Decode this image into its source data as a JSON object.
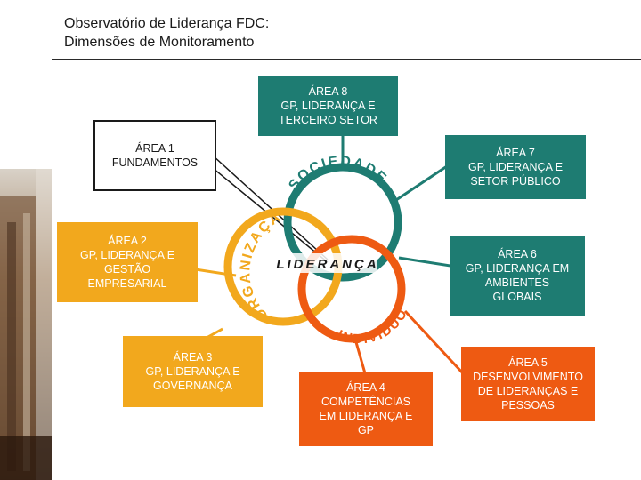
{
  "slide": {
    "title_line1": "Observatório de Liderança FDC:",
    "title_line2": "Dimensões de Monitoramento"
  },
  "center": {
    "label": "LIDERANÇA",
    "rings": [
      "SOCIEDADE",
      "ORGANIZAÇÃO",
      "INDIVÍDUO"
    ]
  },
  "areas": [
    {
      "id": "area1",
      "text": "ÁREA 1\nFUNDAMENTOS"
    },
    {
      "id": "area2",
      "text": "ÁREA 2\nGP, LIDERANÇA E\nGESTÃO\nEMPRESARIAL"
    },
    {
      "id": "area3",
      "text": "ÁREA 3\nGP, LIDERANÇA E\nGOVERNANÇA"
    },
    {
      "id": "area4",
      "text": "ÁREA 4\nCOMPETÊNCIAS\nEM LIDERANÇA E\nGP"
    },
    {
      "id": "area5",
      "text": "ÁREA 5\nDESENVOLVIMENTO\nDE LIDERANÇAS E\nPESSOAS"
    },
    {
      "id": "area6",
      "text": "ÁREA 6\nGP, LIDERANÇA EM\nAMBIENTES\nGLOBAIS"
    },
    {
      "id": "area7",
      "text": "ÁREA 7\nGP, LIDERANÇA E\nSETOR PÚBLICO"
    },
    {
      "id": "area8",
      "text": "ÁREA 8\nGP, LIDERANÇA E\nTERCEIRO SETOR"
    }
  ],
  "colors": {
    "teal": "#1e7c72",
    "gold": "#f2a81d",
    "orange": "#ee5a12",
    "dark": "#1a1a1a"
  }
}
